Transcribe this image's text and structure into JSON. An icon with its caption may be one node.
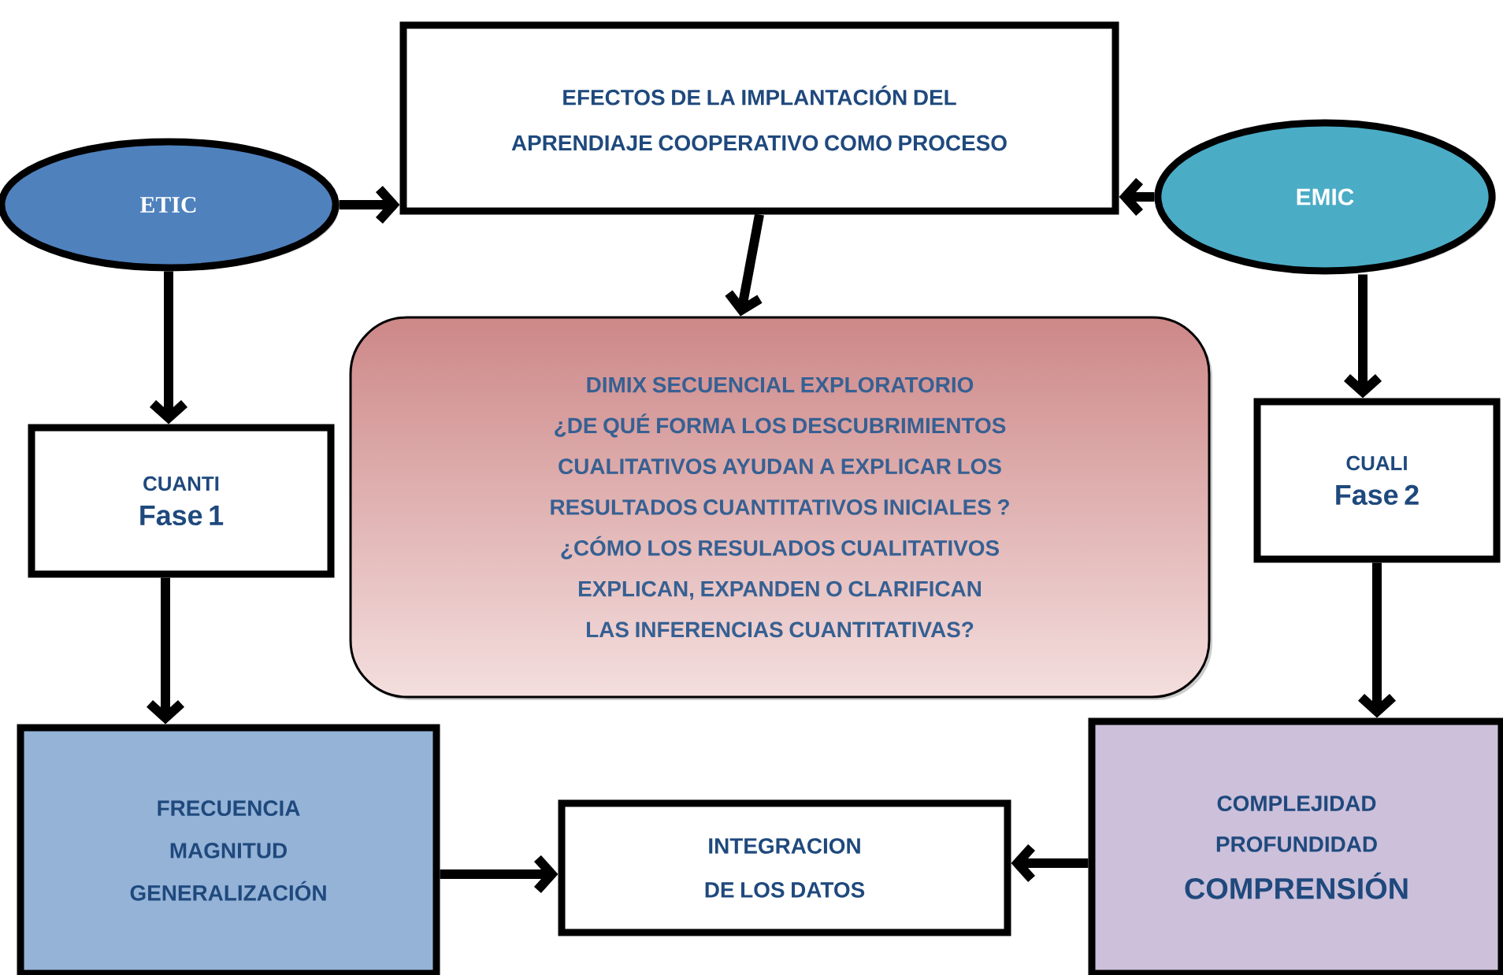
{
  "diagram": {
    "nodes": [
      {
        "text": [
          "ETIC"
        ]
      },
      {
        "text": [
          "EFECTOS DE LA IMPLANTACIÓN DEL APRENDIAJE COOPERATIVO COMO PROCESO"
        ]
      },
      {
        "text": [
          "EMIC"
        ]
      },
      {
        "text": [
          "DIMIX SECUENCIAL EXPLORATORIO",
          "¿DE QUÉ FORMA LOS DESCUBRIMIENTOS CUALITATIVOS AYUDAN A EXPLICAR LOS RESULTADOS CUANTITATIVOS INICIALES ?",
          "¿CÓMO LOS RESULADOS CUALITATIVOS EXPLICAN, EXPANDEN O CLARIFICAN LAS INFERENCIAS CUANTITATIVAS?"
        ]
      },
      {
        "text": [
          "CUANTI",
          "Fase 1"
        ]
      },
      {
        "text": [
          "CUALI",
          "Fase 2"
        ]
      },
      {
        "text": [
          "FRECUENCIA MAGNITUD GENERALIZACIÓN"
        ]
      },
      {
        "text": [
          "INTEGRACION DE LOS DATOS"
        ]
      },
      {
        "text": [
          "COMPLEJIDAD PROFUNDIDAD",
          "COMPRENSIÓN"
        ]
      }
    ],
    "edges": [
      {
        "from": 0,
        "to": 1,
        "arrow": "to"
      },
      {
        "from": 2,
        "to": 1,
        "arrow": "to"
      },
      {
        "from": 1,
        "to": 3,
        "arrow": "to"
      },
      {
        "from": 0,
        "to": 4,
        "arrow": "to"
      },
      {
        "from": 2,
        "to": 5,
        "arrow": "to"
      },
      {
        "from": 4,
        "to": 6,
        "arrow": "to"
      },
      {
        "from": 5,
        "to": 8,
        "arrow": "to"
      },
      {
        "from": 6,
        "to": 7,
        "arrow": "to"
      },
      {
        "from": 8,
        "to": 7,
        "arrow": "to"
      }
    ]
  }
}
